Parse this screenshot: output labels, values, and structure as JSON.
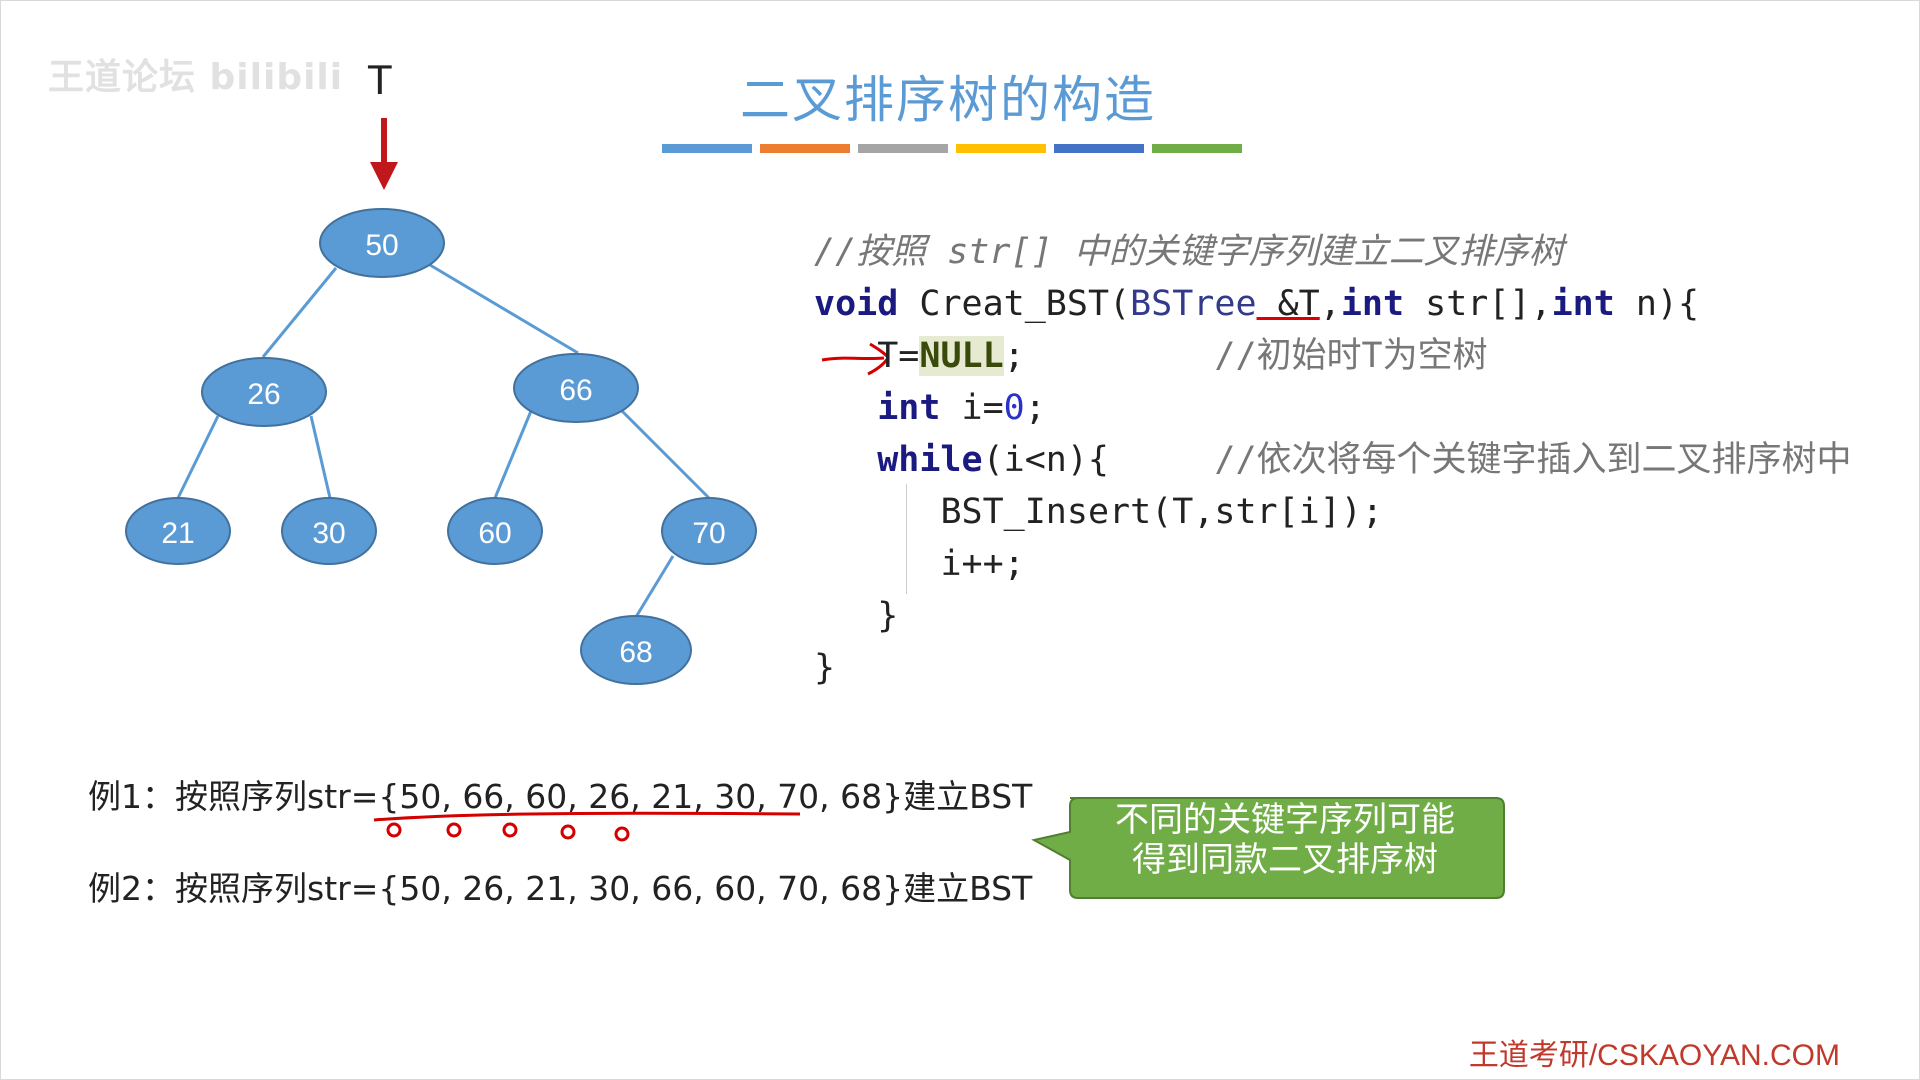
{
  "watermark": "王道论坛 bilibili",
  "title": "二叉排序树的构造",
  "root_label": "T",
  "accent_colors": [
    "#5b9bd5",
    "#ed7d31",
    "#a5a5a5",
    "#ffc000",
    "#4472c4",
    "#70ad47"
  ],
  "tree": {
    "node_fill": "#5b9bd5",
    "node_stroke": "#41719c",
    "nodes": [
      "50",
      "26",
      "66",
      "21",
      "30",
      "60",
      "70",
      "68"
    ]
  },
  "code": {
    "comment_line": "//按照 str[] 中的关键字序列建立二叉排序树",
    "signature_void": "void",
    "signature_name": " Creat_BST(",
    "signature_type": "BSTree",
    "signature_ref": " &T",
    "signature_int1": "int",
    "signature_str": " str[],",
    "signature_int2": "int",
    "signature_end": " n){",
    "line_t": "T=",
    "line_null": "NULL",
    "line_t_end": ";",
    "comment_init": "//初始时T为空树",
    "line_int": "int",
    "line_i": " i=",
    "line_zero": "0",
    "line_i_end": ";",
    "line_while": "while",
    "line_while_rest": "(i<n){",
    "comment_loop": "//依次将每个关键字插入到二叉排序树中",
    "line_insert": "BST_Insert(T,str[i]);",
    "line_inc": "i++;",
    "line_close_inner": "}",
    "line_close_outer": "}"
  },
  "examples": {
    "ex1_prefix": "例1：按照序列str={",
    "ex1_seq": "50, 66, 60, 26, 21, 30, 70, 68",
    "ex1_suffix": "}建立BST",
    "ex2_text": "例2：按照序列str={50, 26, 21, 30, 66, 60, 70, 68}建立BST"
  },
  "callout": {
    "line1": "不同的关键字序列可能",
    "line2": "得到同款二叉排序树",
    "fill": "#70ad47"
  },
  "footer": "王道考研/CSKAOYAN.COM"
}
